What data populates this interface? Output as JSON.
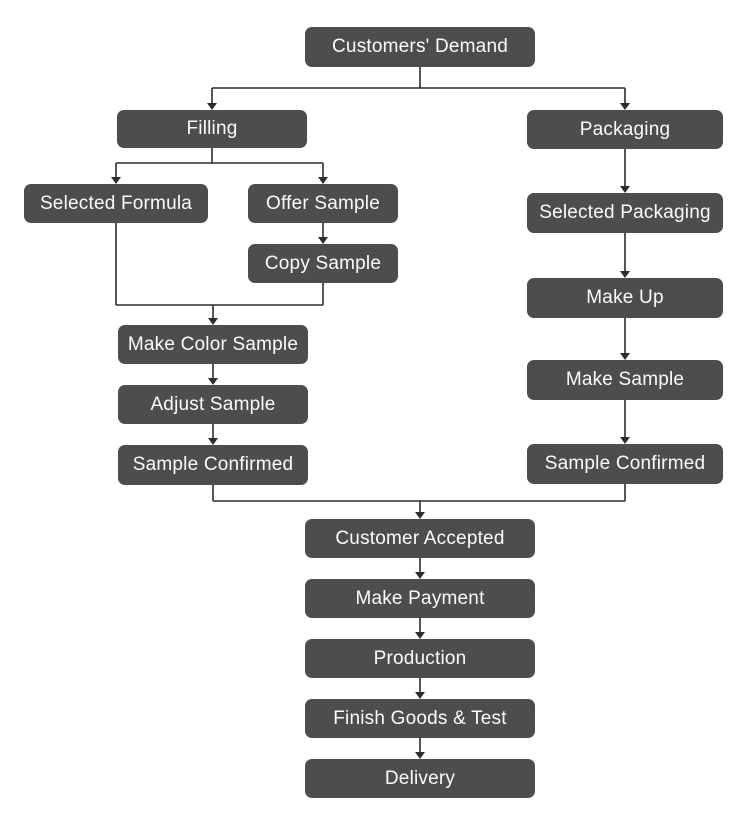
{
  "diagram": {
    "colors": {
      "background": "#ffffff",
      "node_fill": "#4d4d4d",
      "node_text": "#fbfbfb",
      "line": "#2d2d2d"
    },
    "nodes": [
      {
        "id": "customers-demand",
        "label": "Customers' Demand"
      },
      {
        "id": "filling",
        "label": "Filling"
      },
      {
        "id": "packaging",
        "label": "Packaging"
      },
      {
        "id": "selected-formula",
        "label": "Selected Formula"
      },
      {
        "id": "offer-sample",
        "label": "Offer Sample"
      },
      {
        "id": "copy-sample",
        "label": "Copy Sample"
      },
      {
        "id": "selected-packaging",
        "label": "Selected Packaging"
      },
      {
        "id": "make-color-sample",
        "label": "Make Color Sample"
      },
      {
        "id": "make-up",
        "label": "Make Up"
      },
      {
        "id": "adjust-sample",
        "label": "Adjust Sample"
      },
      {
        "id": "make-sample",
        "label": "Make Sample"
      },
      {
        "id": "sample-confirmed-left",
        "label": "Sample Confirmed"
      },
      {
        "id": "sample-confirmed-right",
        "label": "Sample Confirmed"
      },
      {
        "id": "customer-accepted",
        "label": "Customer Accepted"
      },
      {
        "id": "make-payment",
        "label": "Make Payment"
      },
      {
        "id": "production",
        "label": "Production"
      },
      {
        "id": "finish-goods-test",
        "label": "Finish Goods & Test"
      },
      {
        "id": "delivery",
        "label": "Delivery"
      }
    ],
    "edges": [
      {
        "from": "customers-demand",
        "to": "filling"
      },
      {
        "from": "customers-demand",
        "to": "packaging"
      },
      {
        "from": "filling",
        "to": "selected-formula"
      },
      {
        "from": "filling",
        "to": "offer-sample"
      },
      {
        "from": "offer-sample",
        "to": "copy-sample"
      },
      {
        "from": "selected-formula",
        "to": "make-color-sample"
      },
      {
        "from": "copy-sample",
        "to": "make-color-sample"
      },
      {
        "from": "make-color-sample",
        "to": "adjust-sample"
      },
      {
        "from": "adjust-sample",
        "to": "sample-confirmed-left"
      },
      {
        "from": "packaging",
        "to": "selected-packaging"
      },
      {
        "from": "selected-packaging",
        "to": "make-up"
      },
      {
        "from": "make-up",
        "to": "make-sample"
      },
      {
        "from": "make-sample",
        "to": "sample-confirmed-right"
      },
      {
        "from": "sample-confirmed-left",
        "to": "customer-accepted"
      },
      {
        "from": "sample-confirmed-right",
        "to": "customer-accepted"
      },
      {
        "from": "customer-accepted",
        "to": "make-payment"
      },
      {
        "from": "make-payment",
        "to": "production"
      },
      {
        "from": "production",
        "to": "finish-goods-test"
      },
      {
        "from": "finish-goods-test",
        "to": "delivery"
      }
    ]
  }
}
